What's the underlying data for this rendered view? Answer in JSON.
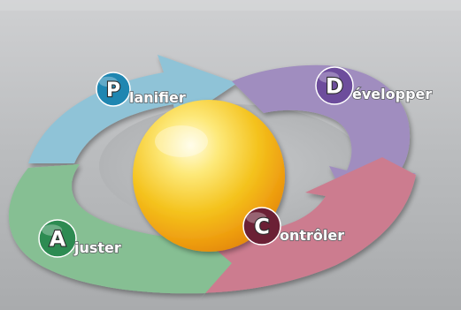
{
  "diagram": {
    "steps": [
      {
        "id": "plan",
        "letter": "P",
        "label": "lanifier",
        "color": "#8fc3d7",
        "badge_color": "#1f86b1"
      },
      {
        "id": "do",
        "letter": "D",
        "label": "évelopper",
        "color": "#a08dbf",
        "badge_color": "#6d4d9c"
      },
      {
        "id": "check",
        "letter": "C",
        "label": "ontrôler",
        "color": "#cc7b8f",
        "badge_color": "#6b2035"
      },
      {
        "id": "act",
        "letter": "A",
        "label": "juster",
        "color": "#86bf93",
        "badge_color": "#2d8b52"
      }
    ],
    "center_color": "#f5c518",
    "background_color": "#b9bbbd"
  }
}
